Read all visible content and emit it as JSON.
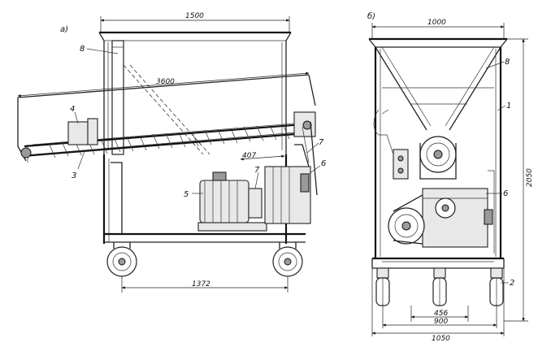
{
  "views": {
    "a": {
      "label": "а)",
      "dimensions": {
        "top": "1500",
        "diagonal": "3600",
        "inner": "407",
        "bottom": "1372"
      },
      "callouts": [
        "8",
        "4",
        "3",
        "5",
        "7",
        "7",
        "6"
      ]
    },
    "b": {
      "label": "б)",
      "dimensions": {
        "top": "1000",
        "height": "2050",
        "inner": "456",
        "mid": "900",
        "bottom": "1050"
      },
      "callouts": [
        "8",
        "1",
        "6",
        "2"
      ]
    }
  }
}
